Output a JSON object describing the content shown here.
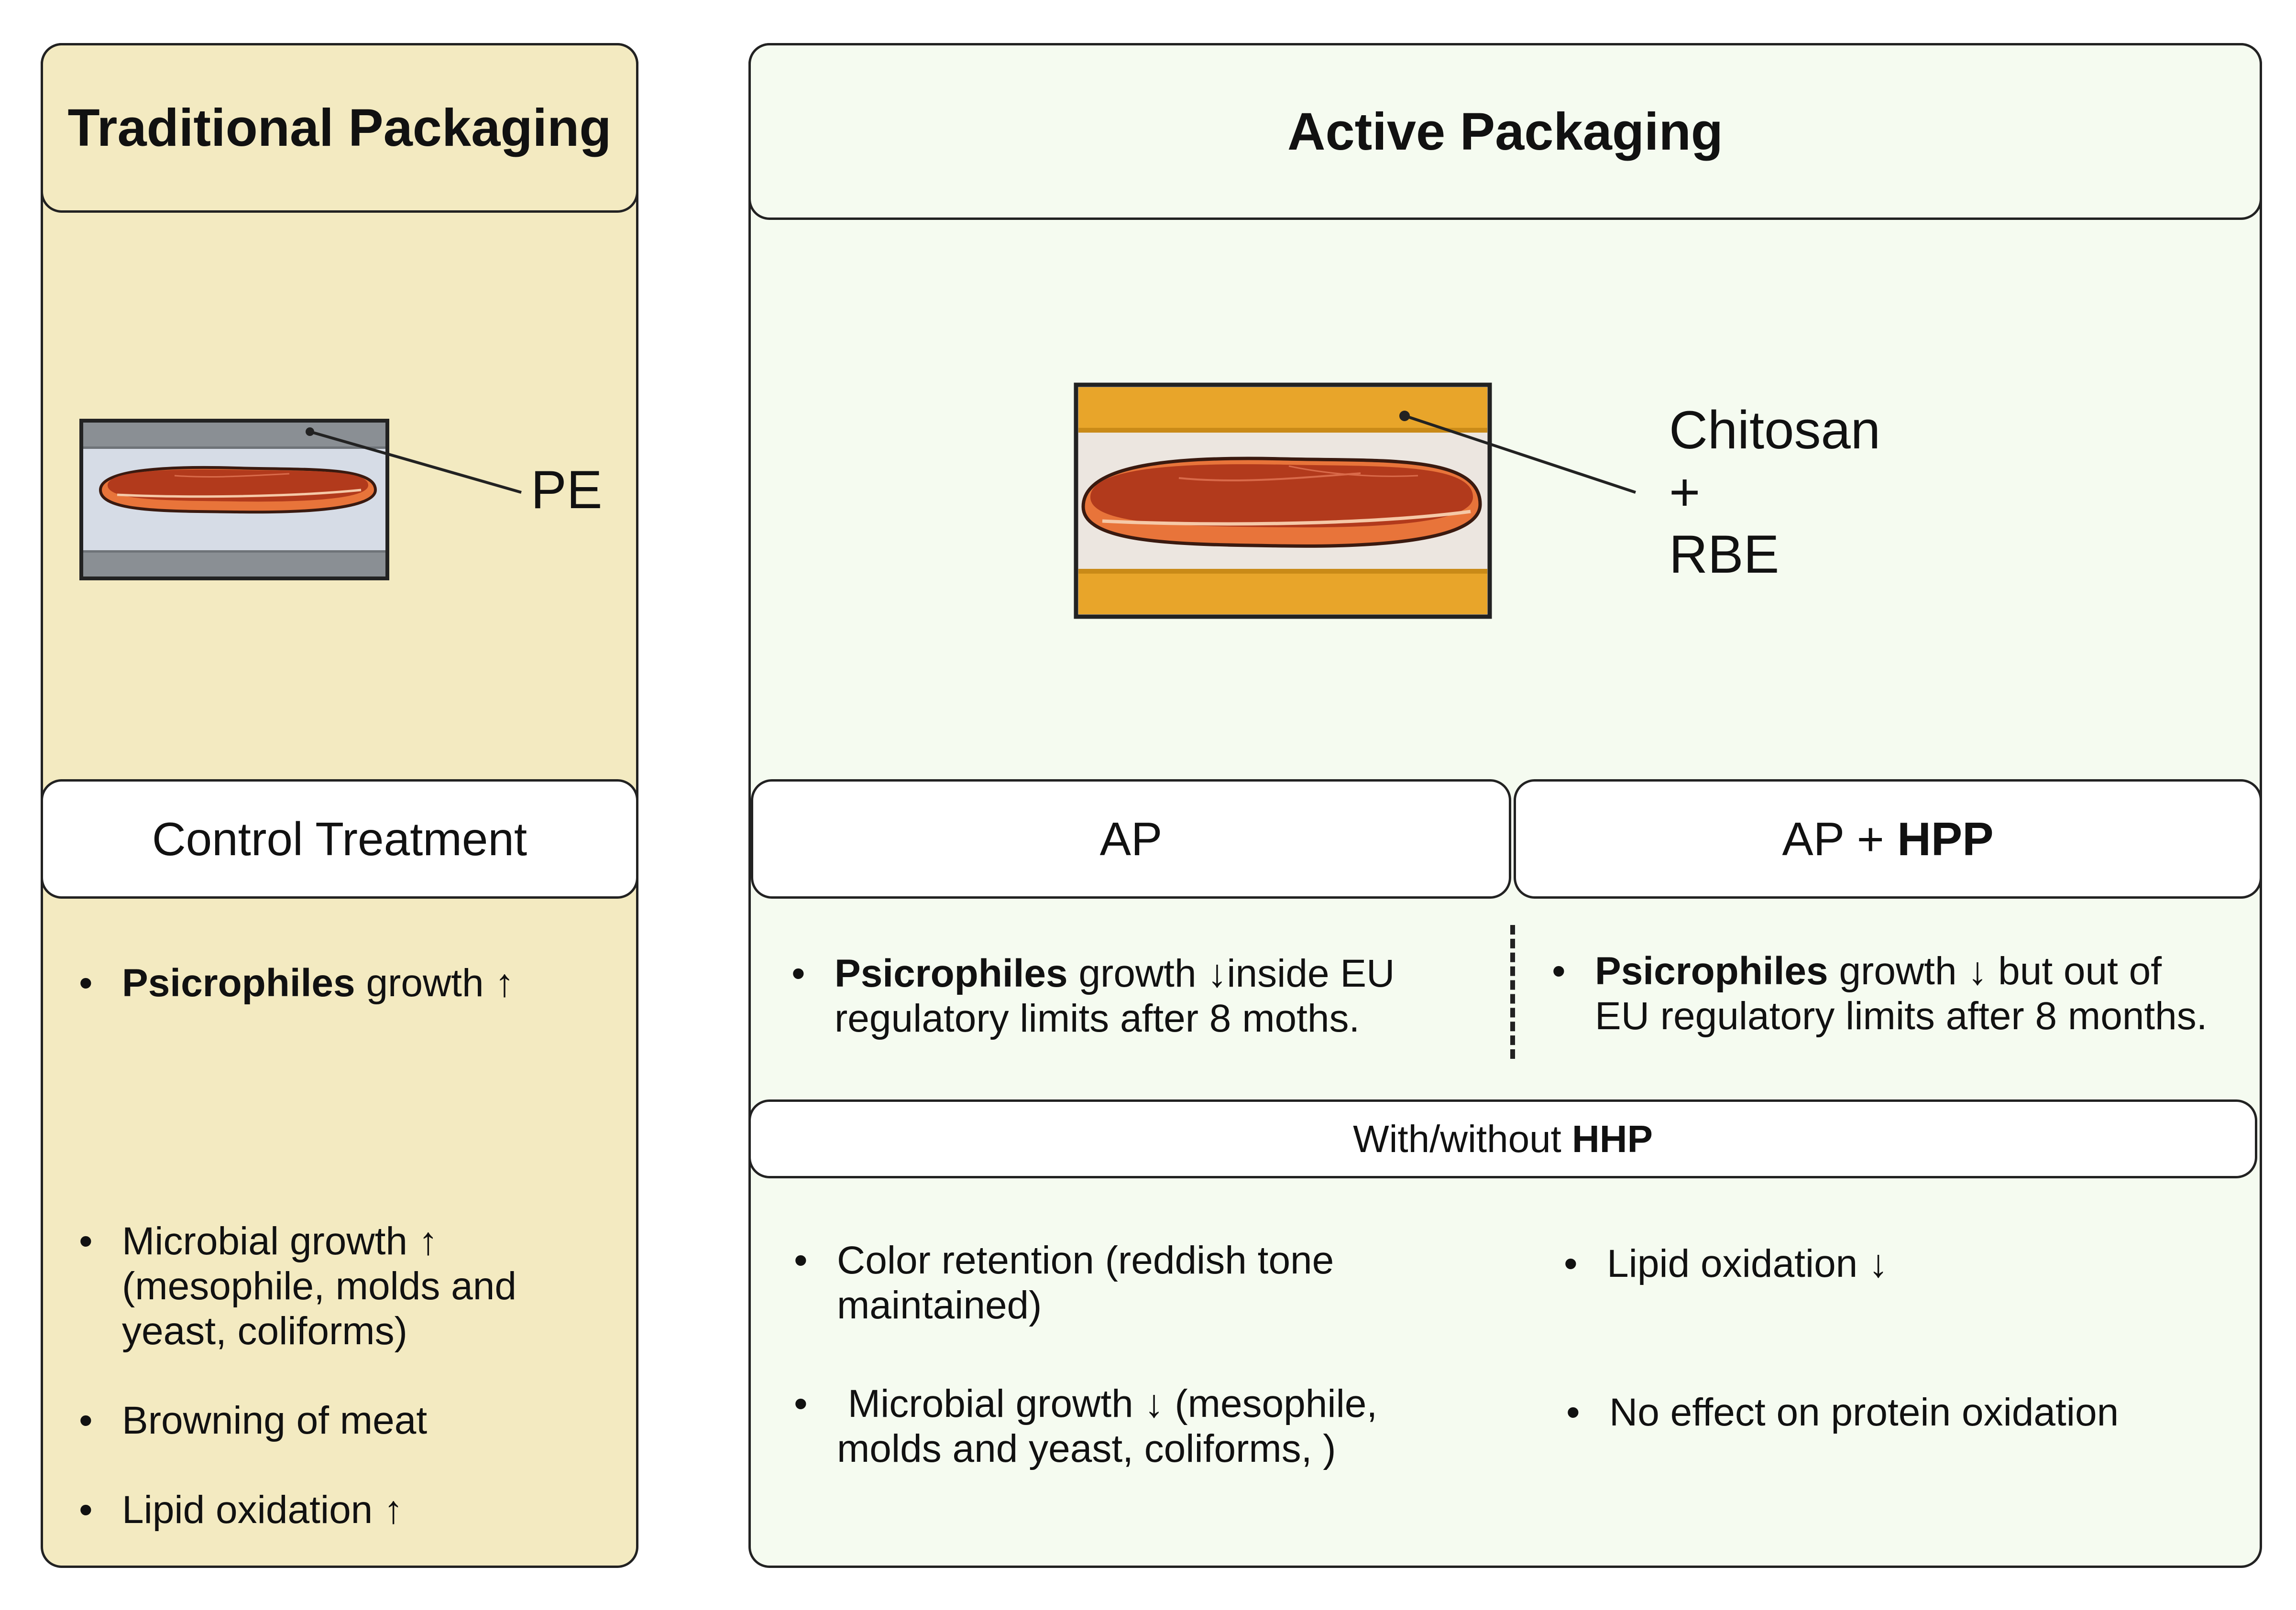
{
  "traditional": {
    "title": "Traditional Packaging",
    "material_label": "PE",
    "treatment_label": "Control Treatment",
    "bullet_psicro_bold": "Psicrophiles",
    "bullet_psicro_rest": "growth ↑",
    "bullet_microbial_line1": "Microbial growth ↑",
    "bullet_microbial_line2": "(mesophile, molds and",
    "bullet_microbial_line3": "yeast, coliforms)",
    "bullet_browning": "Browning of meat",
    "bullet_lipid": "Lipid oxidation ↑"
  },
  "active": {
    "title": "Active Packaging",
    "material_line1": "Chitosan",
    "material_line2": "+",
    "material_line3": "RBE",
    "ap_label": "AP",
    "aphpp_label_plain": "AP +",
    "aphpp_label_bold": "HPP",
    "ap_bullet_bold": "Psicrophiles",
    "ap_bullet_line1_rest": "growth ↓inside EU",
    "ap_bullet_line2": "regulatory limits after 8 moths.",
    "aphpp_bullet_bold": "Psicrophiles",
    "aphpp_bullet_line1_rest": "growth ↓ but out of",
    "aphpp_bullet_line2": "EU regulatory limits after 8 months.",
    "hhp_bar_plain": "With/without",
    "hhp_bar_bold": "HHP",
    "color_line1": "Color retention (reddish tone",
    "color_line2": "maintained)",
    "microbial_line1": " Microbial growth ↓ (mesophile,",
    "microbial_line2": "molds and yeast, coliforms, )",
    "lipid": "Lipid oxidation ↓",
    "protein": "No effect on protein oxidation"
  },
  "colors": {
    "traditional_bg": "#f3eac1",
    "active_bg": "#f5fbf0",
    "film_gray": "#8a8f94",
    "film_inner": "#d6dce6",
    "film_orange": "#e8a52a",
    "film_inner_active": "#ece6e0",
    "meat_red": "#b23a1c",
    "meat_edge": "#e8743a"
  }
}
